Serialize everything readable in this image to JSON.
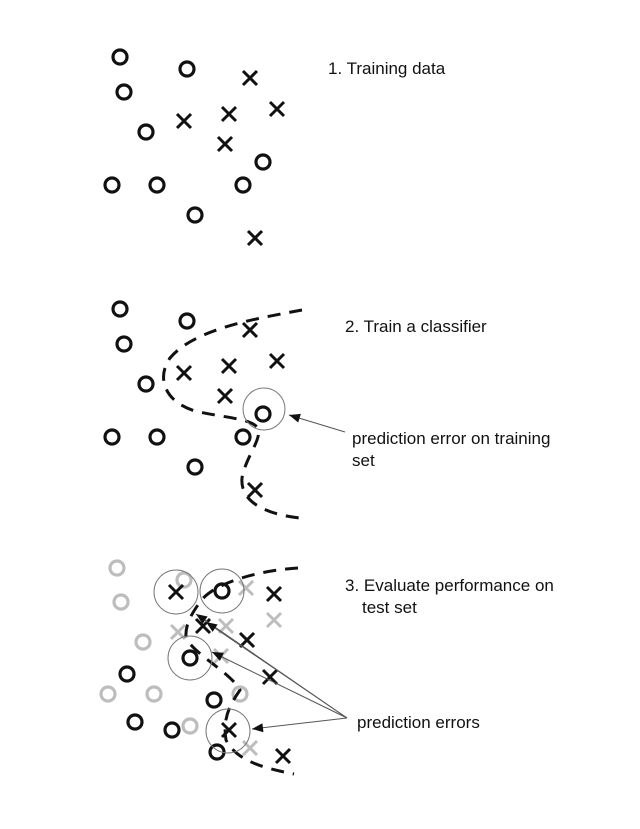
{
  "colors": {
    "ink": "#111111",
    "faded": "#bdbdbd",
    "circle": "#777777"
  },
  "panels": {
    "training": {
      "label": "1. Training data"
    },
    "classifier": {
      "label": "2. Train a classifier",
      "note_line1": "prediction error on training",
      "note_line2": "set"
    },
    "evaluate": {
      "label_line1": "3. Evaluate performance on",
      "label_line2": "test set",
      "note": "prediction errors"
    }
  }
}
